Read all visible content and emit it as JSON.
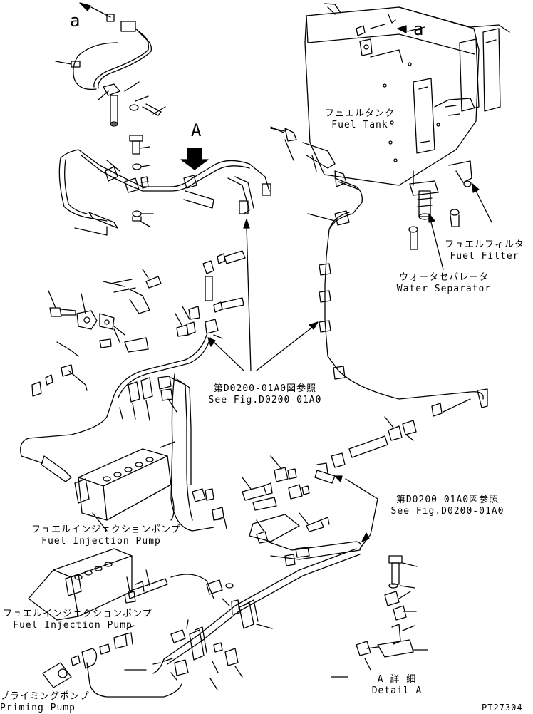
{
  "callouts": {
    "view_mark_top_left": "a",
    "view_mark_tank": "a",
    "detail_arrow_letter": "A"
  },
  "labels": {
    "fuel_tank_jp": "フュエルタンク",
    "fuel_tank_en": "Fuel Tank",
    "fuel_filter_jp": "フュエルフィルタ",
    "fuel_filter_en": "Fuel Filter",
    "water_separator_jp": "ウォータセパレータ",
    "water_separator_en": "Water Separator",
    "see_fig_1_jp": "第D0200-01A0図参照",
    "see_fig_1_en": "See Fig.D0200-01A0",
    "see_fig_2_jp": "第D0200-01A0図参照",
    "see_fig_2_en": "See Fig.D0200-01A0",
    "injection_pump_1_jp": "フュエルインジェクションポンプ",
    "injection_pump_1_en": "Fuel Injection Pump",
    "injection_pump_2_jp": "フュエルインジェクションポンプ",
    "injection_pump_2_en": "Fuel Injection Pump",
    "priming_pump_jp": "プライミングポンプ",
    "priming_pump_en": "Priming Pump",
    "detail_a_jp": "A 詳 細",
    "detail_a_en": "Detail A",
    "drawing_number": "PT27304"
  },
  "colors": {
    "ink": "#000000",
    "paper": "#ffffff"
  }
}
